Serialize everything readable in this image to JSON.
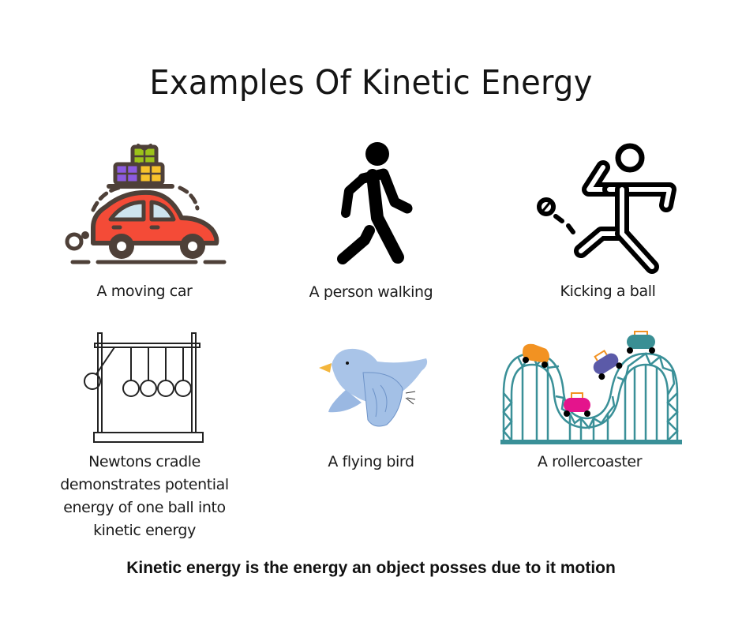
{
  "title": "Examples Of Kinetic Energy",
  "examples": [
    {
      "caption": "A moving car",
      "icon": "car-icon"
    },
    {
      "caption": "A person walking",
      "icon": "walking-person-icon"
    },
    {
      "caption": "Kicking a ball",
      "icon": "kicking-ball-icon"
    },
    {
      "caption": "Newtons cradle demonstrates potential energy of one ball into kinetic energy",
      "icon": "newtons-cradle-icon"
    },
    {
      "caption": "A flying bird",
      "icon": "flying-bird-icon"
    },
    {
      "caption": "A rollercoaster",
      "icon": "rollercoaster-icon"
    }
  ],
  "footer": "Kinetic energy is the energy an object posses due to it motion",
  "colors": {
    "background": "#ffffff",
    "text": "#111111",
    "car_body": "#f44b37",
    "car_outline": "#4e4038",
    "gift_green": "#9bc31a",
    "gift_purple": "#8c5be0",
    "gift_yellow": "#f7c22c",
    "bird": "#a9c4e8",
    "bird_beak": "#f4b63c",
    "coaster_track": "#3a9098",
    "cart_orange": "#f29222",
    "cart_pink": "#e4148c",
    "cart_purple": "#5b5aa8",
    "cart_teal": "#3a8f94"
  }
}
